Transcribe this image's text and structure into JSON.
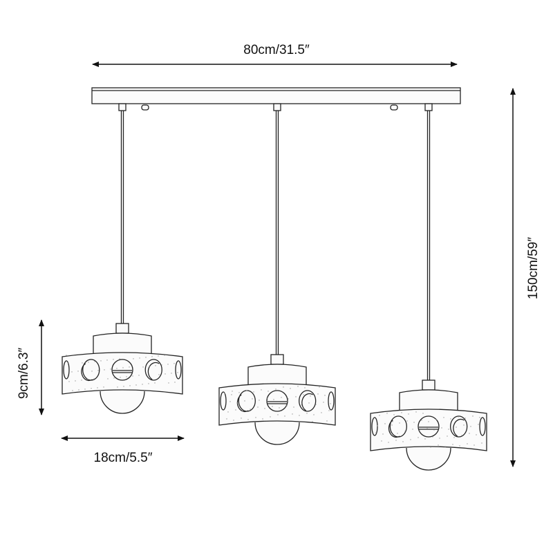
{
  "dimensions": {
    "total_width": "80cm/31.5″",
    "total_height": "150cm/59″",
    "shade_height": "9cm/6.3″",
    "shade_diameter": "18cm/5.5″"
  },
  "colors": {
    "line": "#222222",
    "background": "#ffffff"
  }
}
